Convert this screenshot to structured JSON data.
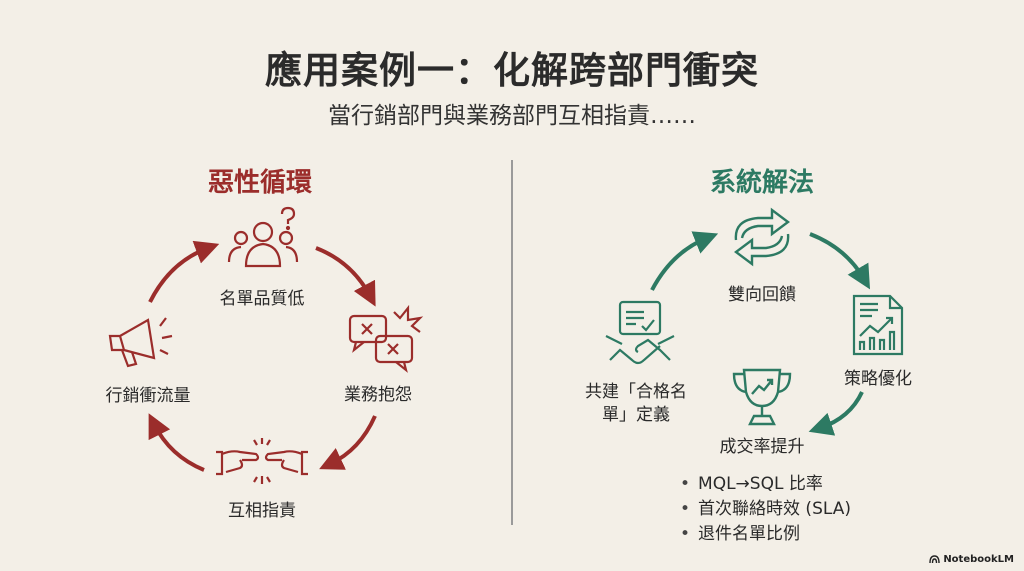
{
  "title": "應用案例一：化解跨部門衝突",
  "subtitle": "當行銷部門與業務部門互相指責……",
  "colors": {
    "vicious": "#9b2d2b",
    "solution": "#2d7a63",
    "background": "#f3efe7"
  },
  "vicious_cycle": {
    "heading": "惡性循環",
    "steps": [
      {
        "label": "名單品質低",
        "icon": "confused-people-icon"
      },
      {
        "label": "業務抱怨",
        "icon": "angry-speech-bubbles-icon"
      },
      {
        "label": "互相指責",
        "icon": "pointing-fingers-icon"
      },
      {
        "label": "行銷衝流量",
        "icon": "megaphone-icon"
      }
    ]
  },
  "system_solution": {
    "heading": "系統解法",
    "steps": [
      {
        "label": "雙向回饋",
        "icon": "sync-arrows-icon"
      },
      {
        "label": "策略優化",
        "icon": "report-chart-icon"
      },
      {
        "label": "成交率提升",
        "icon": "trophy-icon"
      },
      {
        "label_line1": "共建「合格名",
        "label_line2": "單」定義",
        "icon": "handshake-agreement-icon"
      }
    ],
    "metrics": [
      "MQL→SQL 比率",
      "首次聯絡時效 (SLA)",
      "退件名單比例"
    ]
  },
  "branding": "NotebookLM"
}
